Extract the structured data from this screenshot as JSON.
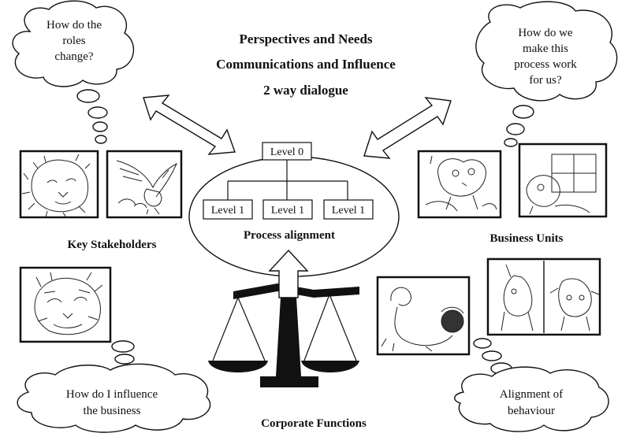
{
  "header": {
    "line1": "Perspectives and Needs",
    "line2": "Communications and Influence",
    "line3": "2 way dialogue"
  },
  "thoughts": {
    "top_left": {
      "line1": "How do the",
      "line2": "roles",
      "line3": "change?"
    },
    "top_right": {
      "line1": "How do we",
      "line2": "make this",
      "line3": "process work",
      "line4": "for us?"
    },
    "bottom_left": {
      "line1": "How do I influence",
      "line2": "the business"
    },
    "bottom_right": {
      "line1": "Alignment of",
      "line2": "behaviour"
    }
  },
  "hierarchy": {
    "root": "Level 0",
    "children": [
      "Level 1",
      "Level 1",
      "Level 1"
    ],
    "caption": "Process alignment"
  },
  "labels": {
    "key_stakeholders": "Key Stakeholders",
    "business_units": "Business Units",
    "corporate_functions": "Corporate Functions"
  },
  "pictures": {
    "lion": "lion-sketch",
    "eagle": "eagle-sketch",
    "tiger": "tiger-sketch",
    "mouse": "mouse-sketch",
    "mice": "mice-sketch",
    "snail": "snail-sketch",
    "unicorn_sheep": "unicorn-and-sheep-sketch"
  }
}
